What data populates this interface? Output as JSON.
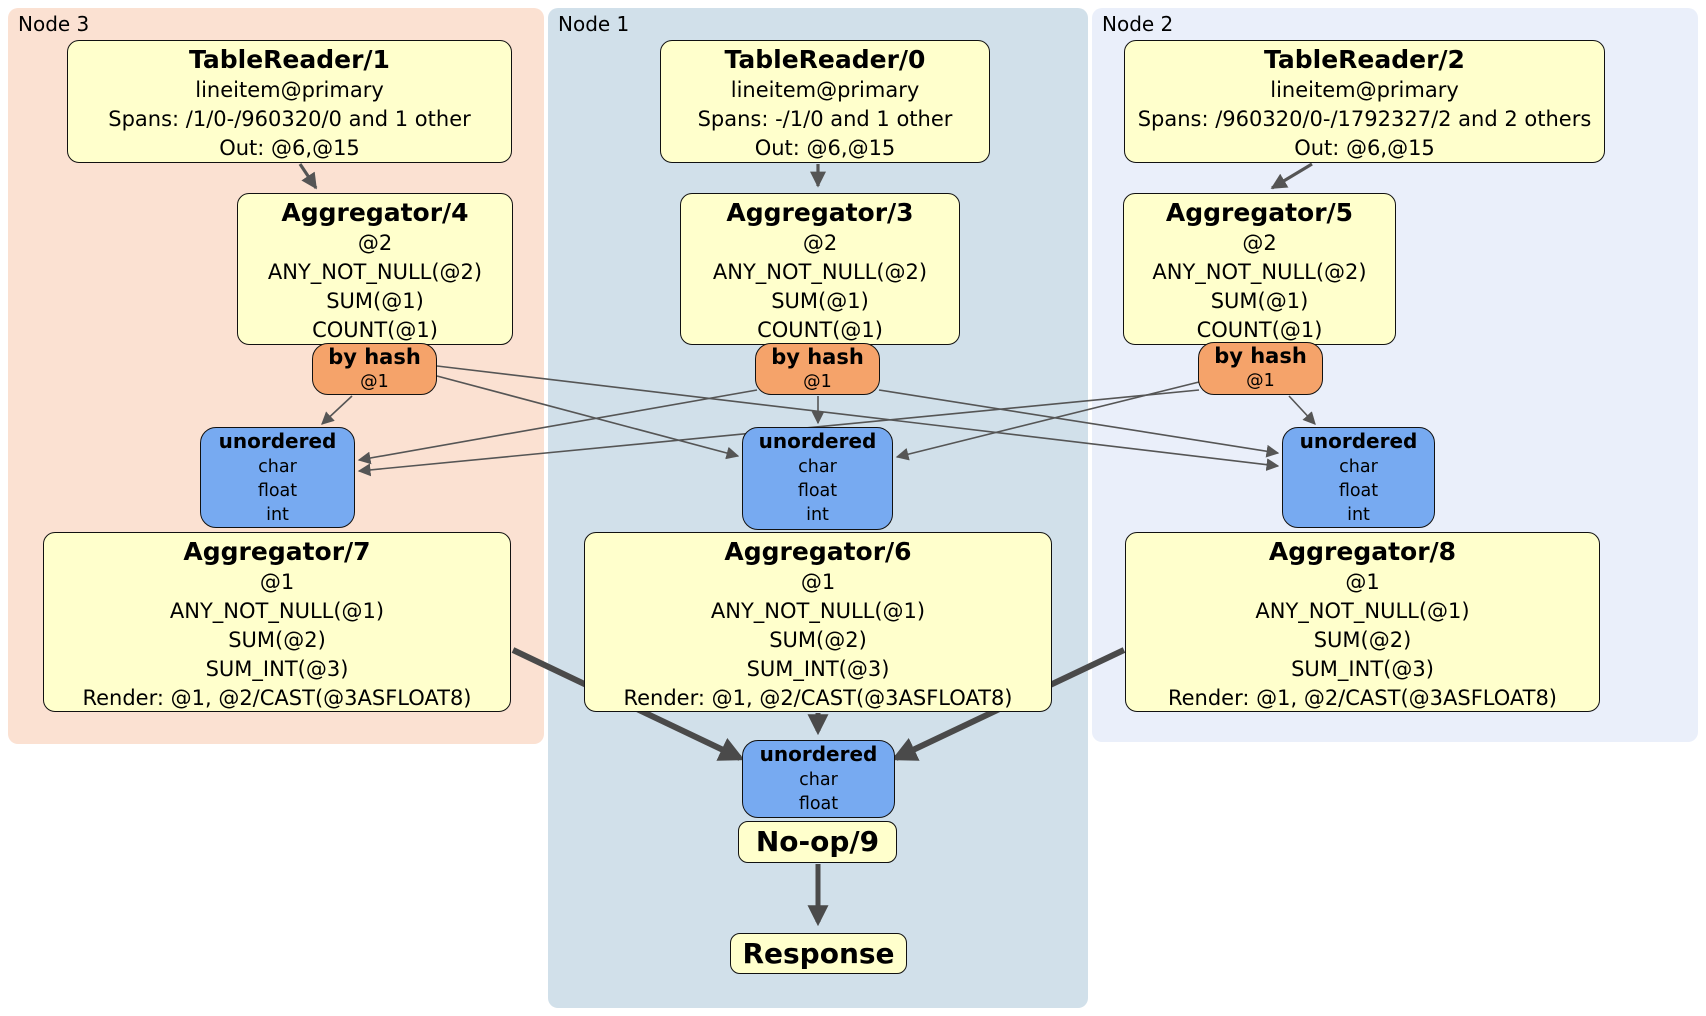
{
  "panels": {
    "node3": {
      "label": "Node 3"
    },
    "node1": {
      "label": "Node 1"
    },
    "node2": {
      "label": "Node 2"
    }
  },
  "boxes": {
    "tr1": {
      "title": "TableReader/1",
      "lines": [
        "lineitem@primary",
        "Spans: /1/0-/960320/0 and 1 other",
        "Out: @6,@15"
      ]
    },
    "tr0": {
      "title": "TableReader/0",
      "lines": [
        "lineitem@primary",
        "Spans: -/1/0 and 1 other",
        "Out: @6,@15"
      ]
    },
    "tr2": {
      "title": "TableReader/2",
      "lines": [
        "lineitem@primary",
        "Spans: /960320/0-/1792327/2 and 2 others",
        "Out: @6,@15"
      ]
    },
    "agg4": {
      "title": "Aggregator/4",
      "lines": [
        "@2",
        "ANY_NOT_NULL(@2)",
        "SUM(@1)",
        "COUNT(@1)"
      ]
    },
    "agg3": {
      "title": "Aggregator/3",
      "lines": [
        "@2",
        "ANY_NOT_NULL(@2)",
        "SUM(@1)",
        "COUNT(@1)"
      ]
    },
    "agg5": {
      "title": "Aggregator/5",
      "lines": [
        "@2",
        "ANY_NOT_NULL(@2)",
        "SUM(@1)",
        "COUNT(@1)"
      ]
    },
    "router3": {
      "title": "by hash",
      "lines": [
        "@1"
      ]
    },
    "router1": {
      "title": "by hash",
      "lines": [
        "@1"
      ]
    },
    "router2": {
      "title": "by hash",
      "lines": [
        "@1"
      ]
    },
    "sync3": {
      "title": "unordered",
      "lines": [
        "char",
        "float",
        "int"
      ]
    },
    "sync1": {
      "title": "unordered",
      "lines": [
        "char",
        "float",
        "int"
      ]
    },
    "sync2": {
      "title": "unordered",
      "lines": [
        "char",
        "float",
        "int"
      ]
    },
    "agg7": {
      "title": "Aggregator/7",
      "lines": [
        "@1",
        "ANY_NOT_NULL(@1)",
        "SUM(@2)",
        "SUM_INT(@3)",
        "Render: @1, @2/CAST(@3ASFLOAT8)"
      ]
    },
    "agg6": {
      "title": "Aggregator/6",
      "lines": [
        "@1",
        "ANY_NOT_NULL(@1)",
        "SUM(@2)",
        "SUM_INT(@3)",
        "Render: @1, @2/CAST(@3ASFLOAT8)"
      ]
    },
    "agg8": {
      "title": "Aggregator/8",
      "lines": [
        "@1",
        "ANY_NOT_NULL(@1)",
        "SUM(@2)",
        "SUM_INT(@3)",
        "Render: @1, @2/CAST(@3ASFLOAT8)"
      ]
    },
    "sync_final": {
      "title": "unordered",
      "lines": [
        "char",
        "float"
      ]
    },
    "noop": {
      "title": "No-op/9"
    },
    "response": {
      "title": "Response"
    }
  },
  "colors": {
    "node3_panel": "#fbe1d2",
    "node1_panel": "#d1e0ea",
    "node2_panel": "#eaeffa",
    "processor_fill": "#ffffcc",
    "router_fill": "#f5a36a",
    "sync_fill": "#77aaf1",
    "edge": "#555555"
  }
}
